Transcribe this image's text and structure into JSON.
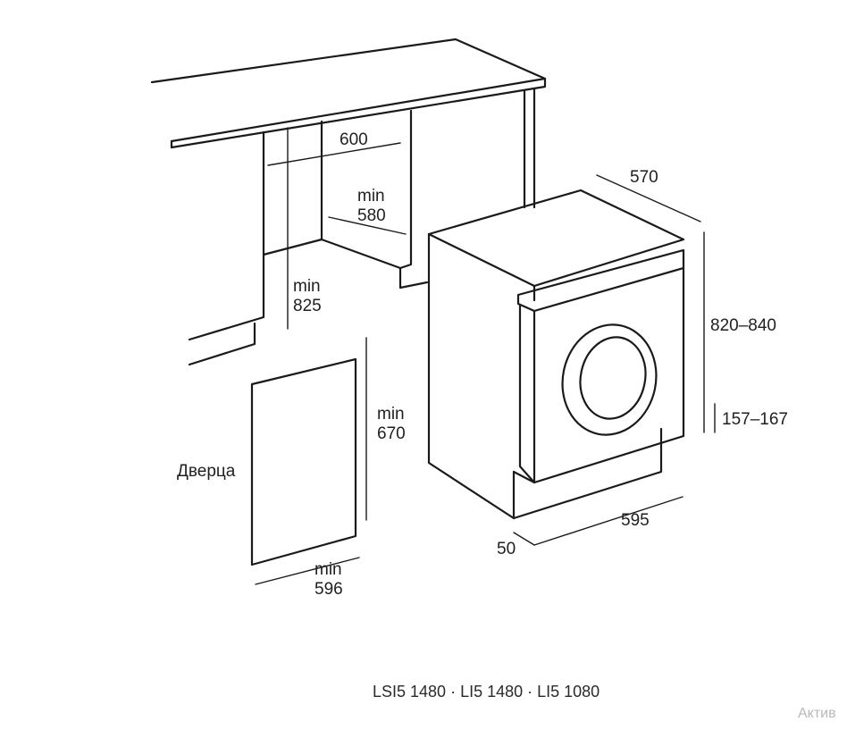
{
  "labels": {
    "cabinet_width": "600",
    "cabinet_depth_min": "min",
    "cabinet_depth_value": "580",
    "cabinet_height_min": "min",
    "cabinet_height_value": "825",
    "door_label": "Дверца",
    "door_height_min": "min",
    "door_height_value": "670",
    "door_width_min": "min",
    "door_width_value": "596",
    "machine_depth": "570",
    "machine_height": "820–840",
    "plinth_height": "157–167",
    "machine_width": "595",
    "plinth_offset": "50"
  },
  "caption": "LSI5 1480 · LI5 1480 · LI5 1080",
  "watermark": "Актив"
}
